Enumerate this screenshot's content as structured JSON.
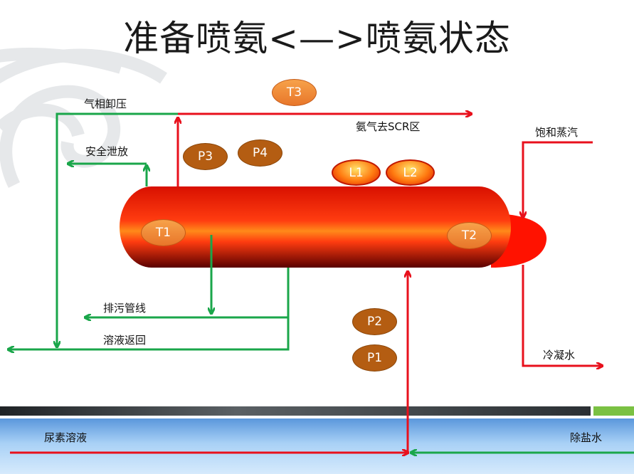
{
  "title": "准备喷氨<—>喷氨状态",
  "labels": {
    "gas_unload": "气相卸压",
    "safety_vent": "安全泄放",
    "ammonia_to_scr": "氨气去SCR区",
    "saturated_steam": "饱和蒸汽",
    "drain_line": "排污管线",
    "solution_return": "溶液返回",
    "condensate": "冷凝水",
    "urea_solution": "尿素溶液",
    "demineralized_water": "除盐水"
  },
  "instruments": {
    "T1": "T1",
    "T2": "T2",
    "T3": "T3",
    "P1": "P1",
    "P2": "P2",
    "P3": "P3",
    "P4": "P4",
    "L1": "L1",
    "L2": "L2"
  },
  "colors": {
    "red_line": "#e8101c",
    "green_line": "#1aa64a",
    "badge_brown": "#b45d12",
    "badge_orange": "#f08a36",
    "bottom_band": "#7cb8ef"
  }
}
